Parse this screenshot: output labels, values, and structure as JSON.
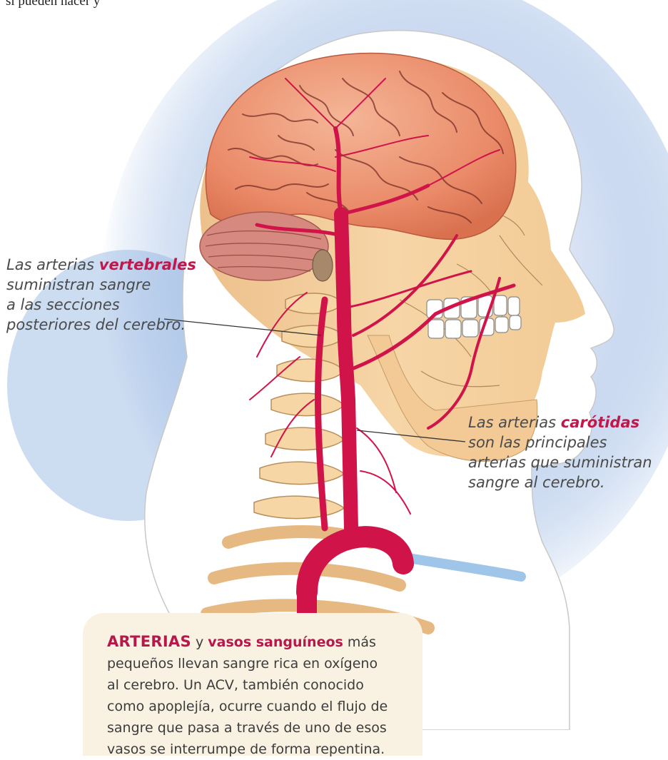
{
  "top_fragment": "sí pueden hacer y",
  "callouts": {
    "vertebral": {
      "prefix": "Las arterias ",
      "bold": "vertebrales",
      "lines": [
        "suministran sangre",
        "a las secciones",
        "posteriores del cerebro."
      ]
    },
    "carotid": {
      "prefix": "Las arterias ",
      "bold": "carótidas",
      "lines": [
        "son las principales",
        "arterias que suministran",
        "sangre al cerebro."
      ]
    }
  },
  "info_box": {
    "lead": "ARTERIAS",
    "connector": " y ",
    "bold": "vasos sanguíneos",
    "line1_rest": " más",
    "lines": [
      "pequeños llevan sangre rica en oxígeno",
      "al cerebro. Un ACV, también conocido",
      "como apoplejía, ocurre cuando el flujo de",
      "sangre que pasa a través de uno de esos",
      "vasos se interrumpe de forma repentina."
    ]
  },
  "colors": {
    "artery": "#d0144a",
    "brain": "#ee9270",
    "bone": "#f8d9a6",
    "glow": "#7fa6dc",
    "callout_bold": "#c2174a",
    "box_background": "#f9f1e1"
  }
}
